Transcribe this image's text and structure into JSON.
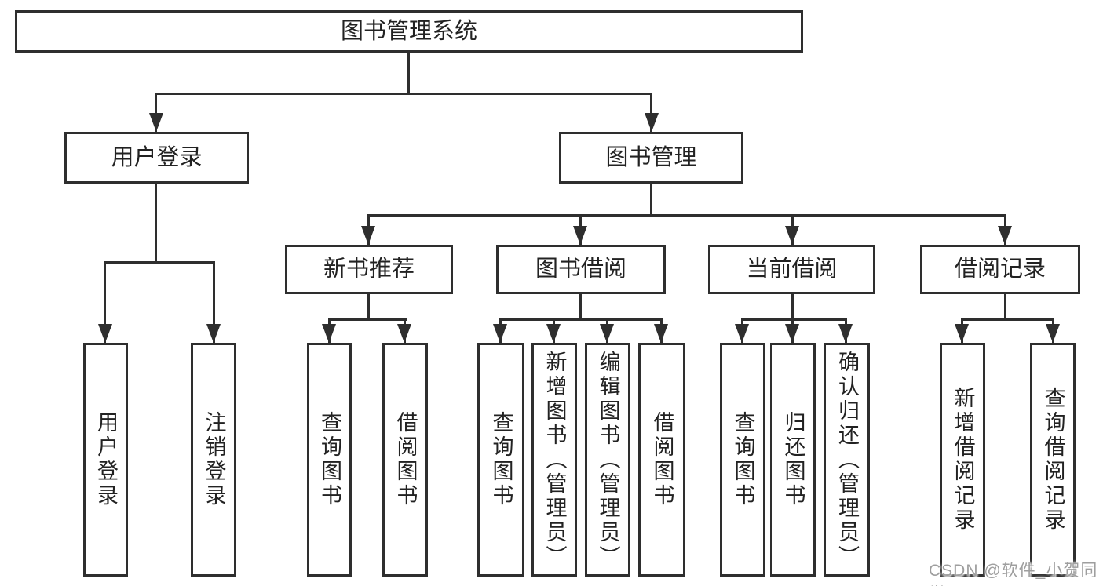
{
  "diagram": {
    "root": {
      "label": "图书管理系统"
    },
    "level2": [
      {
        "label": "用户登录"
      },
      {
        "label": "图书管理"
      }
    ],
    "level3": [
      {
        "label": "新书推荐"
      },
      {
        "label": "图书借阅"
      },
      {
        "label": "当前借阅"
      },
      {
        "label": "借阅记录"
      }
    ],
    "level4": {
      "user_login": [
        {
          "label": "用户登录"
        },
        {
          "label": "注销登录"
        }
      ],
      "new_book_recommend": [
        {
          "label": "查询图书"
        },
        {
          "label": "借阅图书"
        }
      ],
      "book_borrowing": [
        {
          "label": "查询图书"
        },
        {
          "label": "新增图书（管理员）"
        },
        {
          "label": "编辑图书（管理员）"
        },
        {
          "label": "借阅图书"
        }
      ],
      "current_borrowing": [
        {
          "label": "查询图书"
        },
        {
          "label": "归还图书"
        },
        {
          "label": "确认归还（管理员）"
        }
      ],
      "borrowing_records": [
        {
          "label": "新增借阅记录"
        },
        {
          "label": "查询借阅记录"
        }
      ]
    }
  },
  "watermark": {
    "text": "CSDN @软件_小贺同学"
  },
  "colors": {
    "line": "#2e2e2e",
    "border": "#2e2e2e",
    "text": "#222222",
    "watermark": "#9e9e9e",
    "background": "#ffffff"
  }
}
